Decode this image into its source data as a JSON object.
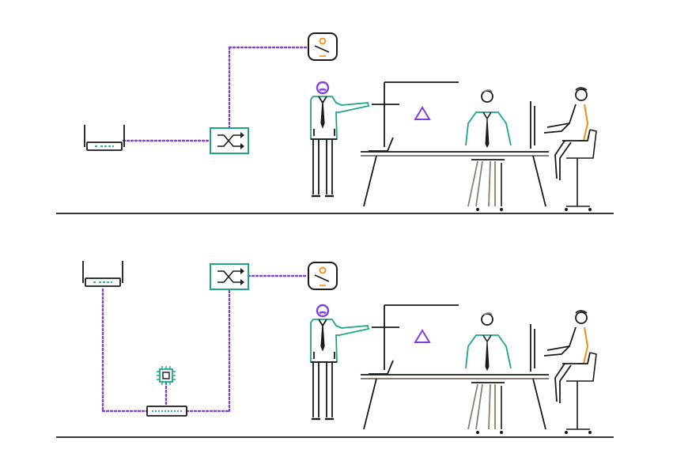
{
  "colors": {
    "ink": "#1a1a1a",
    "network_link": "#7f3fe4",
    "switch": "#1aa788",
    "person_accent_green": "#1ea688",
    "person_accent_orange": "#f08c1a",
    "person_accent_purple": "#7f3fe4",
    "desk_gray": "#8a7f74",
    "background": "#ffffff"
  },
  "scenes": [
    {
      "id": "top",
      "nodes": [
        "wireless-access-point",
        "network-switch",
        "camera-device"
      ],
      "links": [
        [
          "wireless-access-point",
          "network-switch"
        ],
        [
          "network-switch",
          "camera-device"
        ]
      ]
    },
    {
      "id": "bottom",
      "nodes": [
        "wireless-access-point",
        "edge-compute-chip",
        "edge-router",
        "network-switch",
        "camera-device"
      ],
      "links": [
        [
          "wireless-access-point",
          "edge-router"
        ],
        [
          "edge-router",
          "network-switch"
        ],
        [
          "network-switch",
          "camera-device"
        ]
      ]
    }
  ]
}
